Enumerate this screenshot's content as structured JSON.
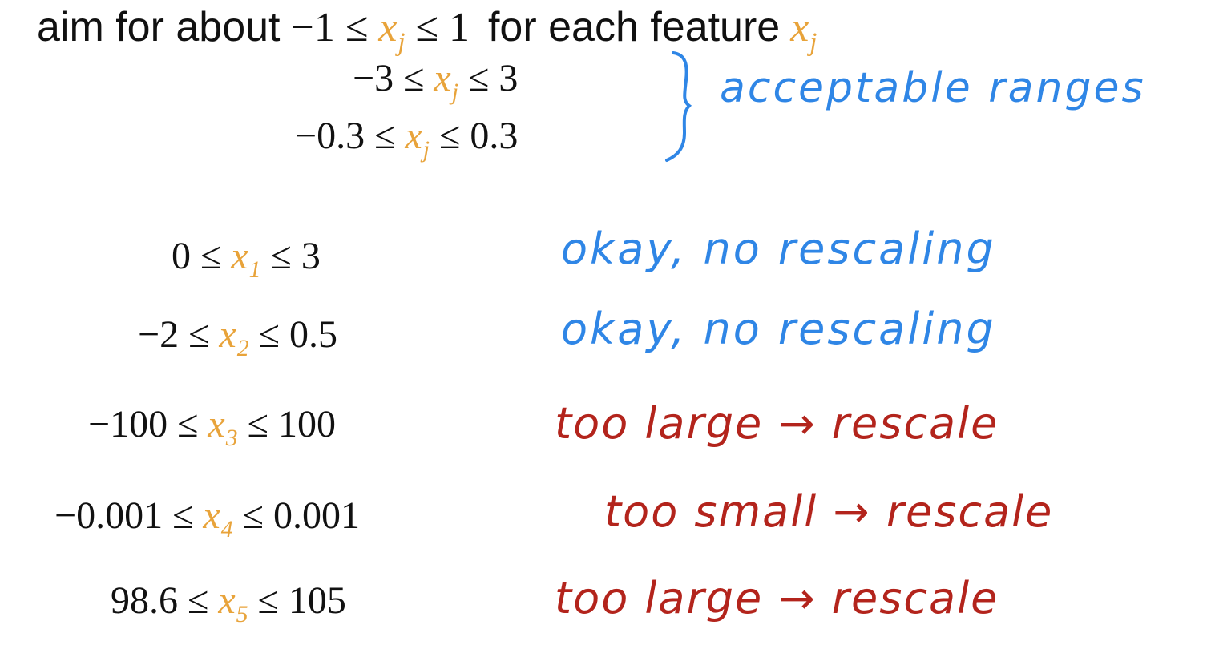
{
  "header": {
    "lead_text": "aim for about",
    "lower": "−1",
    "le1": "≤",
    "var": "x",
    "var_sub": "j",
    "le2": "≤",
    "upper": "1",
    "trail_text": "for each feature",
    "trail_var": "x",
    "trail_sub": "j"
  },
  "acceptable": {
    "rows": [
      {
        "lower": "−3",
        "le1": "≤",
        "var": "x",
        "sub": "j",
        "le2": "≤",
        "upper": "3"
      },
      {
        "lower": "−0.3",
        "le1": "≤",
        "var": "x",
        "sub": "j",
        "le2": "≤",
        "upper": "0.3"
      }
    ],
    "label": "acceptable ranges"
  },
  "features": [
    {
      "lower": "0",
      "le1": "≤",
      "var": "x",
      "sub": "1",
      "le2": "≤",
      "upper": "3",
      "note": "okay, no rescaling",
      "note_color": "#2f86e6"
    },
    {
      "lower": "−2",
      "le1": "≤",
      "var": "x",
      "sub": "2",
      "le2": "≤",
      "upper": "0.5",
      "note": "okay, no rescaling",
      "note_color": "#2f86e6"
    },
    {
      "lower": "−100",
      "le1": "≤",
      "var": "x",
      "sub": "3",
      "le2": "≤",
      "upper": "100",
      "note": "too large → rescale",
      "note_color": "#b3241c"
    },
    {
      "lower": "−0.001",
      "le1": "≤",
      "var": "x",
      "sub": "4",
      "le2": "≤",
      "upper": "0.001",
      "note": "too small → rescale",
      "note_color": "#b3241c"
    },
    {
      "lower": "98.6",
      "le1": "≤",
      "var": "x",
      "sub": "5",
      "le2": "≤",
      "upper": "105",
      "note": "too large → rescale",
      "note_color": "#b3241c"
    }
  ],
  "colors": {
    "variable": "#e8a33a",
    "annotation_ok": "#2f86e6",
    "annotation_rescale": "#b3241c",
    "text": "#111111"
  }
}
